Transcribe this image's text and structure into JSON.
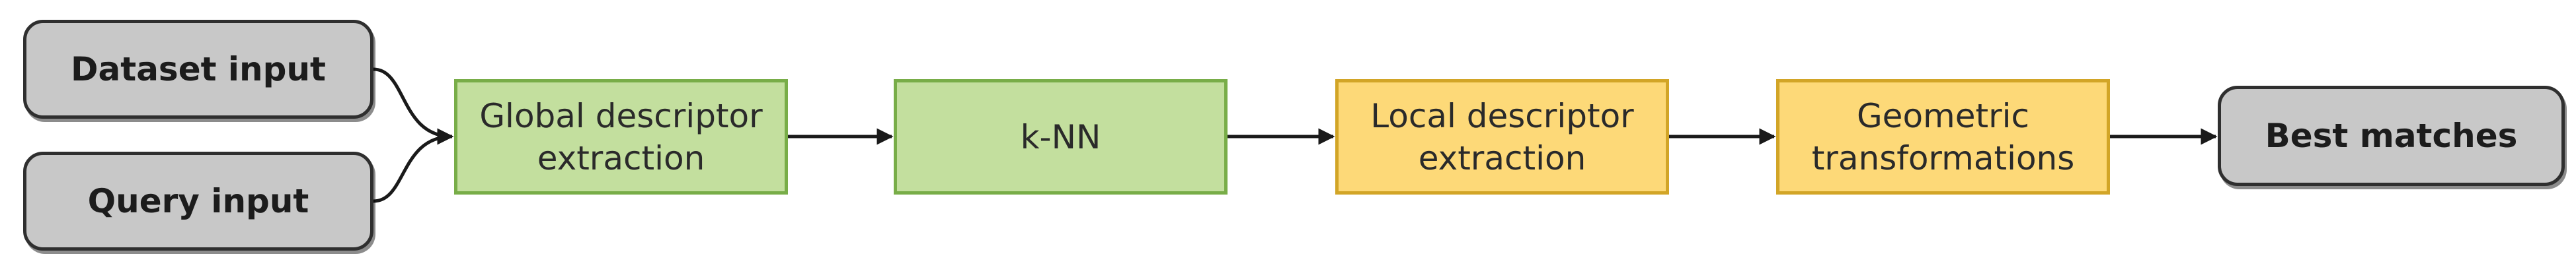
{
  "colors": {
    "io_fill": "#c8c8c8",
    "io_border": "#2f2f2f",
    "green_fill": "#c3df9e",
    "green_border": "#78ad48",
    "yellow_fill": "#fdd978",
    "yellow_border": "#d2a527",
    "arrow": "#1a1a1a"
  },
  "nodes": {
    "dataset": {
      "label": "Dataset input"
    },
    "query": {
      "label": "Query input"
    },
    "global": {
      "label": "Global descriptor\nextraction"
    },
    "knn": {
      "label": "k-NN"
    },
    "local": {
      "label": "Local descriptor\nextraction"
    },
    "geo": {
      "label": "Geometric\ntransformations"
    },
    "best": {
      "label": "Best matches"
    }
  },
  "edges": [
    {
      "from": "dataset",
      "to": "global"
    },
    {
      "from": "query",
      "to": "global"
    },
    {
      "from": "global",
      "to": "knn"
    },
    {
      "from": "knn",
      "to": "local"
    },
    {
      "from": "local",
      "to": "geo"
    },
    {
      "from": "geo",
      "to": "best"
    }
  ]
}
